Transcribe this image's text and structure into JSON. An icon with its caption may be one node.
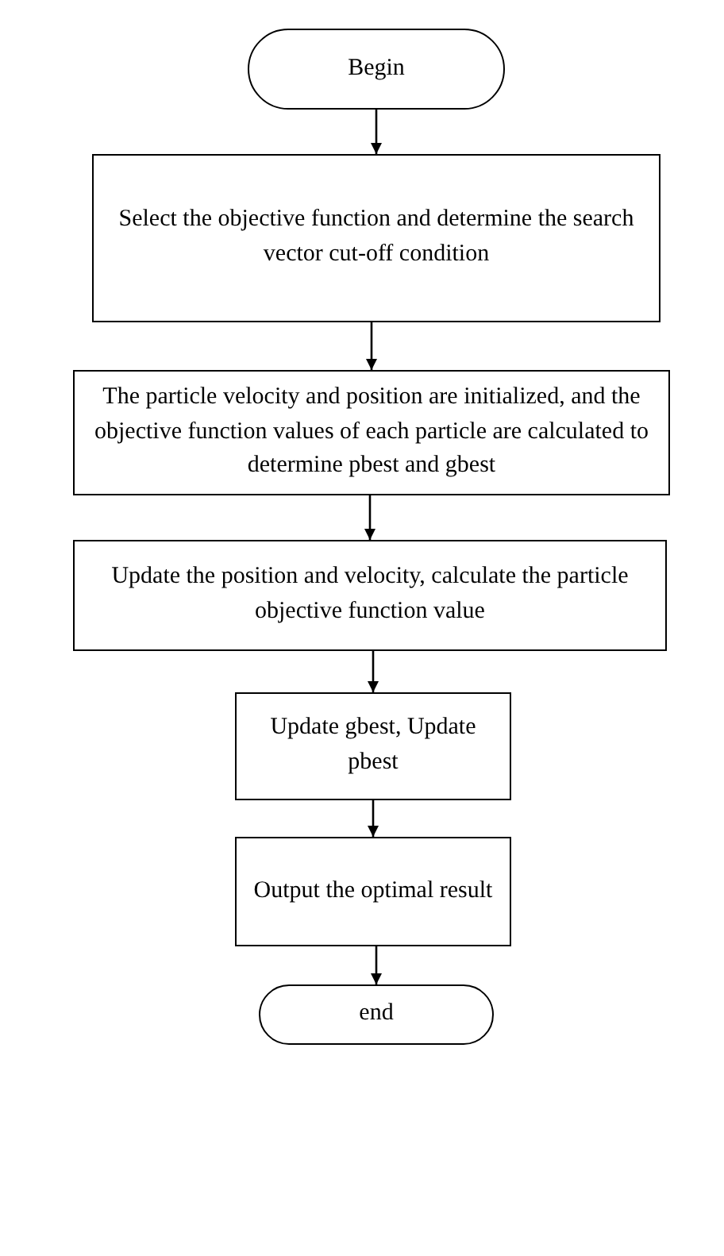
{
  "diagram": {
    "nodes": [
      {
        "text": [
          "Begin"
        ]
      },
      {
        "text": [
          "Select the objective function and determine the search vector cut-off condition"
        ]
      },
      {
        "text": [
          "The particle velocity and position are initialized, and the objective function values of each particle are calculated to determine pbest and gbest"
        ]
      },
      {
        "text": [
          "Update the position and velocity, calculate the particle objective function value"
        ]
      },
      {
        "text": [
          "Update gbest, Update pbest"
        ]
      },
      {
        "text": [
          "Output the optimal result"
        ]
      },
      {
        "text": [
          "end"
        ]
      }
    ],
    "edges": [
      {
        "from": 0,
        "to": 1,
        "arrow": "to"
      },
      {
        "from": 1,
        "to": 2,
        "arrow": "to"
      },
      {
        "from": 2,
        "to": 3,
        "arrow": "to"
      },
      {
        "from": 3,
        "to": 4,
        "arrow": "to"
      },
      {
        "from": 4,
        "to": 5,
        "arrow": "to"
      },
      {
        "from": 5,
        "to": 6,
        "arrow": "to"
      }
    ]
  }
}
